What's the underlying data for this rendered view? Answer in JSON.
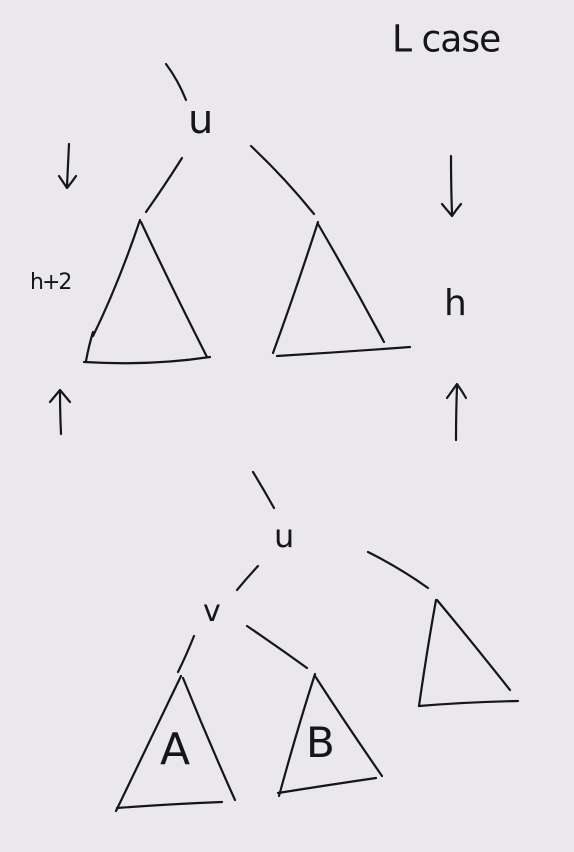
{
  "title": "L case",
  "top_tree": {
    "root_label": "u",
    "left_subtree_height": "h+2",
    "right_subtree_height": "h"
  },
  "bottom_tree": {
    "root_label": "u",
    "left_child_label": "v",
    "subtree_a_label": "A",
    "subtree_b_label": "B"
  }
}
